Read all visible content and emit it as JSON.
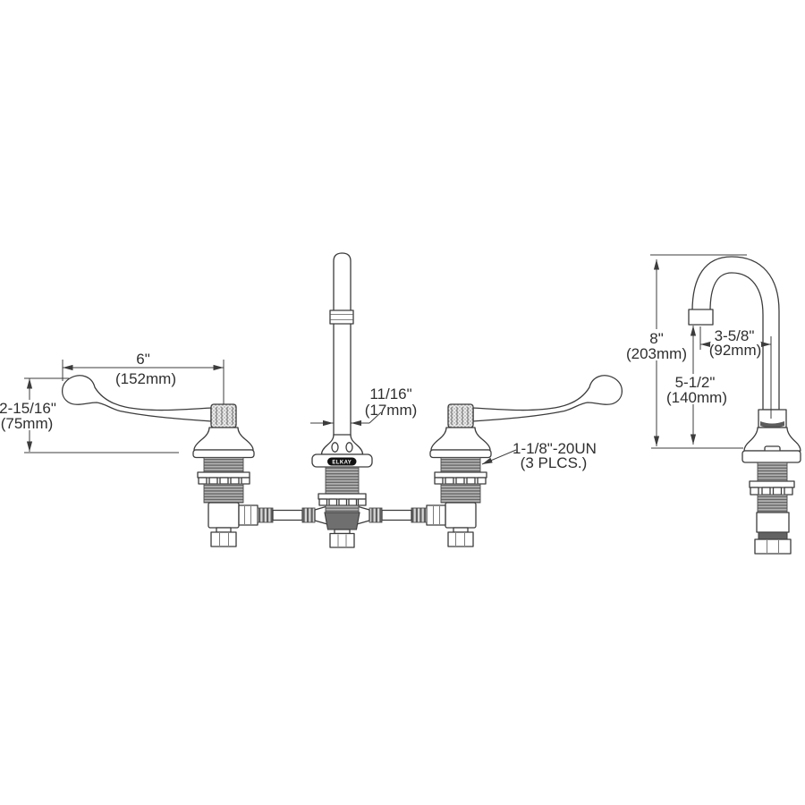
{
  "diagram": {
    "brand_badge": "ELKAY",
    "dims": {
      "handle_length_in": "6\"",
      "handle_length_mm": "(152mm)",
      "handle_height_in": "2-15/16\"",
      "handle_height_mm": "(75mm)",
      "spout_dia_in": "11/16\"",
      "spout_dia_mm": "(17mm)",
      "thread_note_1": "1-1/8\"-20UN",
      "thread_note_2": "(3 PLCS.)",
      "overall_height_in": "8\"",
      "overall_height_mm": "(203mm)",
      "spout_reach_in": "3-5/8\"",
      "spout_reach_mm": "(92mm)",
      "outlet_height_in": "5-1/2\"",
      "outlet_height_mm": "(140mm)"
    },
    "colors": {
      "line": "#3c3c3c",
      "thread_fill": "#b5b5b5",
      "dark_fill": "#6f6f6f",
      "background": "#ffffff",
      "badge": "#111111"
    }
  }
}
